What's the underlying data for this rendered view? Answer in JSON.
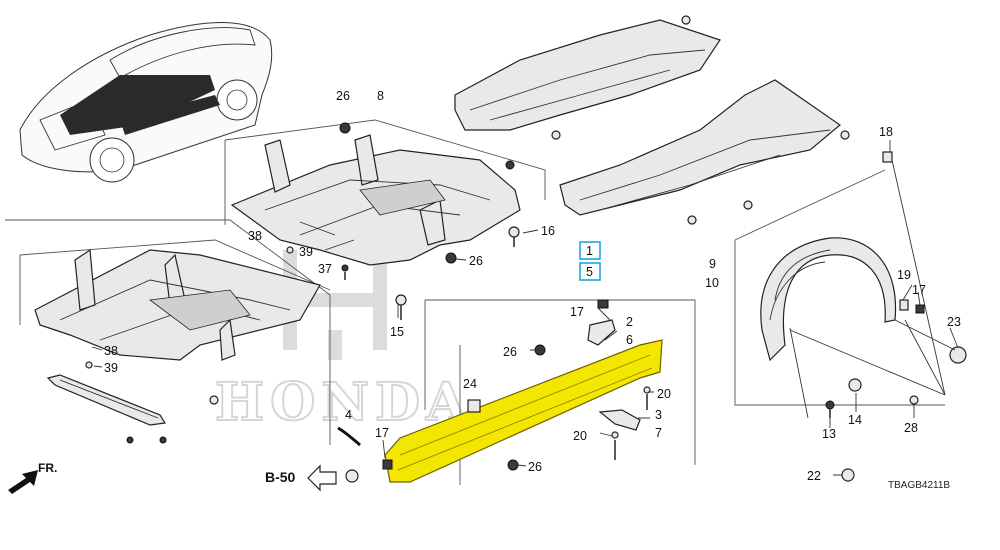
{
  "watermark": "HONDA",
  "diagram_code": "TBAGB4211B",
  "ref_label": "B-50",
  "direction_label": "FR.",
  "highlighted_callouts": [
    "1",
    "5"
  ],
  "callouts": [
    {
      "id": "c26a",
      "text": "26"
    },
    {
      "id": "c8",
      "text": "8"
    },
    {
      "id": "c16",
      "text": "16"
    },
    {
      "id": "c38a",
      "text": "38"
    },
    {
      "id": "c39a",
      "text": "39"
    },
    {
      "id": "c37",
      "text": "37"
    },
    {
      "id": "c26b",
      "text": "26"
    },
    {
      "id": "c15",
      "text": "15"
    },
    {
      "id": "c38b",
      "text": "38"
    },
    {
      "id": "c39b",
      "text": "39"
    },
    {
      "id": "c1",
      "text": "1"
    },
    {
      "id": "c5",
      "text": "5"
    },
    {
      "id": "c17a",
      "text": "17"
    },
    {
      "id": "c2",
      "text": "2"
    },
    {
      "id": "c6",
      "text": "6"
    },
    {
      "id": "c26c",
      "text": "26"
    },
    {
      "id": "c24",
      "text": "24"
    },
    {
      "id": "c20a",
      "text": "20"
    },
    {
      "id": "c3",
      "text": "3"
    },
    {
      "id": "c7",
      "text": "7"
    },
    {
      "id": "c20b",
      "text": "20"
    },
    {
      "id": "c4",
      "text": "4"
    },
    {
      "id": "c17b",
      "text": "17"
    },
    {
      "id": "c26d",
      "text": "26"
    },
    {
      "id": "c18",
      "text": "18"
    },
    {
      "id": "c9",
      "text": "9"
    },
    {
      "id": "c10",
      "text": "10"
    },
    {
      "id": "c19",
      "text": "19"
    },
    {
      "id": "c17c",
      "text": "17"
    },
    {
      "id": "c23",
      "text": "23"
    },
    {
      "id": "c14",
      "text": "14"
    },
    {
      "id": "c13",
      "text": "13"
    },
    {
      "id": "c28",
      "text": "28"
    },
    {
      "id": "c22",
      "text": "22"
    }
  ]
}
